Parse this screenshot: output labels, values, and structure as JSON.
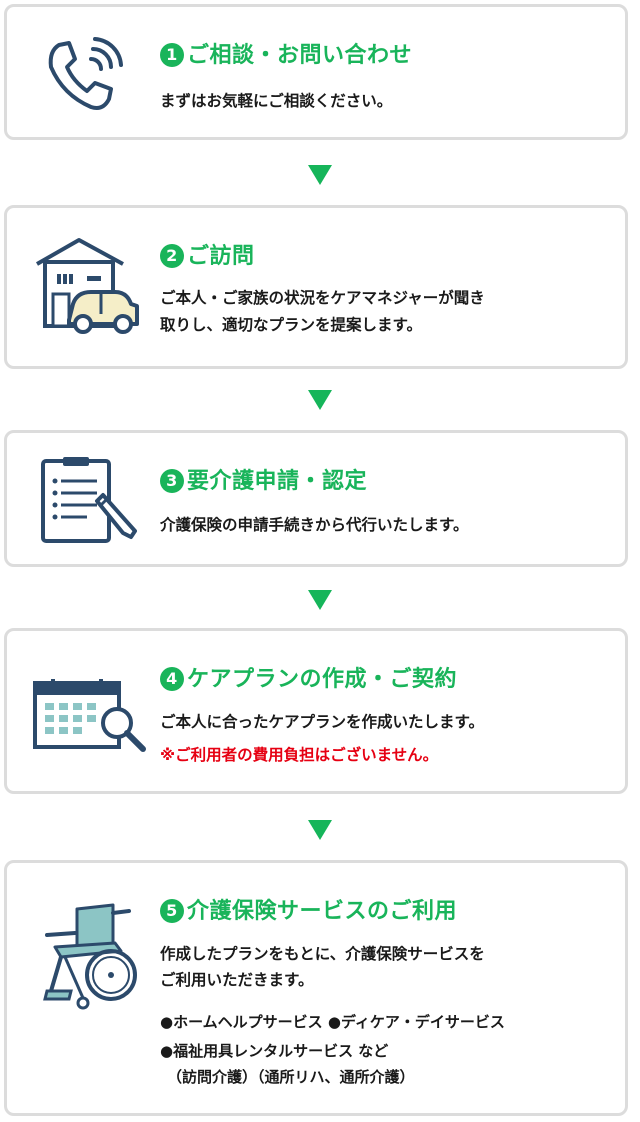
{
  "steps": [
    {
      "num": "1",
      "title": "ご相談・お問い合わせ",
      "desc": [
        "まずはお気軽にご相談ください。"
      ],
      "icon": "phone-icon"
    },
    {
      "num": "2",
      "title": "ご訪問",
      "desc": [
        "ご本人・ご家族の状況をケアマネジャーが聞き",
        "取りし、適切なプランを提案します。"
      ],
      "icon": "house-car-icon"
    },
    {
      "num": "3",
      "title": "要介護申請・認定",
      "desc": [
        "介護保険の申請手続きから代行いたします。"
      ],
      "icon": "clipboard-icon"
    },
    {
      "num": "4",
      "title": "ケアプランの作成・ご契約",
      "desc": [
        "ご本人に合ったケアプランを作成いたします。"
      ],
      "note": "※ご利用者の費用負担はございません。",
      "icon": "calendar-search-icon"
    },
    {
      "num": "5",
      "title": "介護保険サービスのご利用",
      "desc": [
        "作成したプランをもとに、介護保険サービスを",
        "ご利用いただきます。"
      ],
      "services": [
        "●ホームヘルプサービス ●ディケア・デイサービス",
        "●福祉用具レンタルサービス など",
        "（訪問介護）（通所リハ、通所介護）"
      ],
      "icon": "wheelchair-icon"
    }
  ],
  "colors": {
    "accent": "#19b45a",
    "note": "#e60012",
    "icon_navy": "#2c4a6b",
    "icon_teal": "#8cc5c5"
  }
}
